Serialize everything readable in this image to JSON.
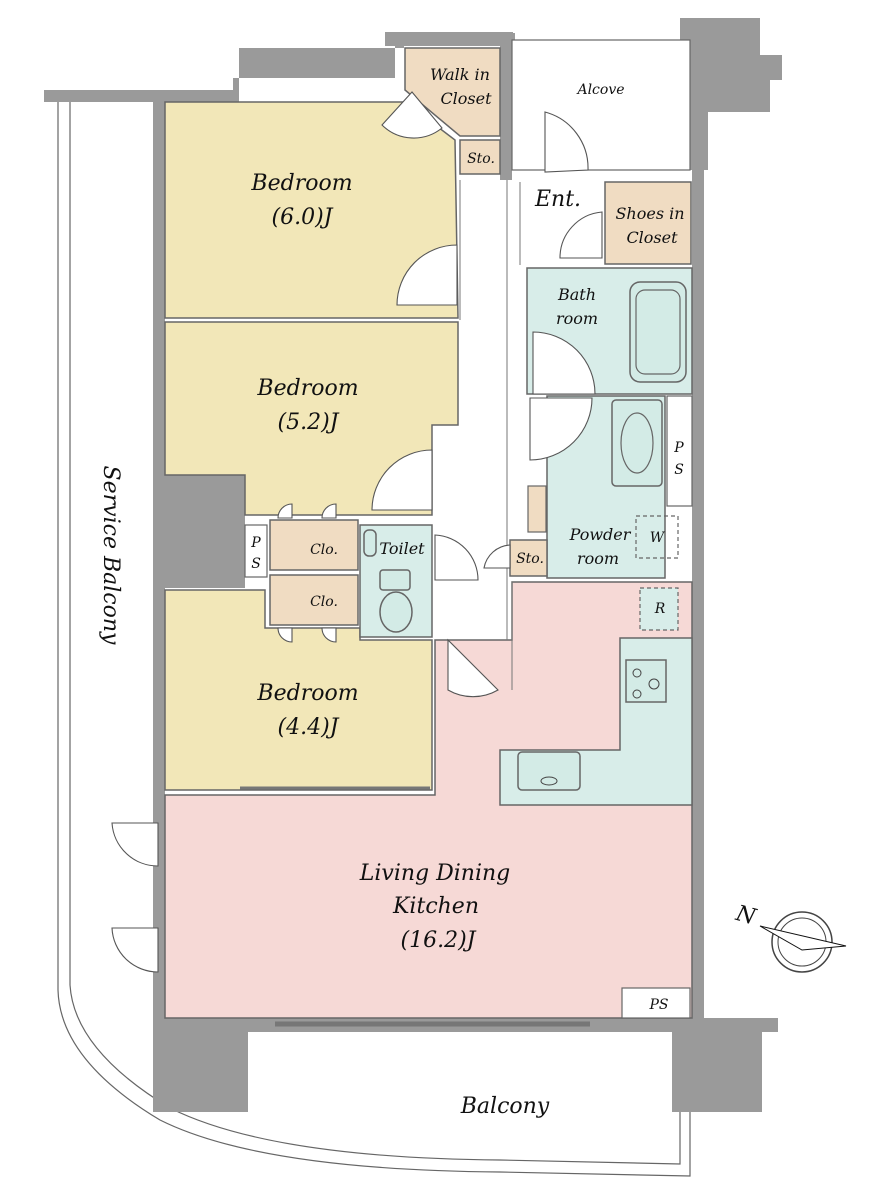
{
  "rooms": {
    "bedroom1": {
      "name": "Bedroom",
      "size": "(6.0)J"
    },
    "bedroom2": {
      "name": "Bedroom",
      "size": "(5.2)J"
    },
    "bedroom3": {
      "name": "Bedroom",
      "size": "(4.4)J"
    },
    "walk_in_closet": {
      "line1": "Walk in",
      "line2": "Closet"
    },
    "alcove": "Alcove",
    "storage_top": "Sto.",
    "storage_mid": "Sto.",
    "entrance": "Ent.",
    "shoes_closet": {
      "line1": "Shoes  in",
      "line2": "Closet"
    },
    "bathroom": {
      "line1": "Bath",
      "line2": "room"
    },
    "ps_right": {
      "line1": "P",
      "line2": "S"
    },
    "ps_left": {
      "line1": "P",
      "line2": "S"
    },
    "closet1": "Clo.",
    "closet2": "Clo.",
    "toilet": "Toilet",
    "powder_room": {
      "line1": "Powder",
      "line2": "room"
    },
    "washer": "W",
    "refrigerator": "R",
    "ldk": {
      "line1": "Living Dining",
      "line2": "Kitchen",
      "line3": "(16.2)J"
    },
    "ps_bottom": "PS",
    "balcony": "Balcony",
    "service_balcony": "Service Balcony"
  },
  "compass": {
    "north": "N"
  },
  "colors": {
    "bedroom": "#f2e7b8",
    "closet": "#f0dcc2",
    "wet_area": "#d8ede9",
    "living": "#f6d9d6",
    "wall": "#9a9a9a"
  }
}
